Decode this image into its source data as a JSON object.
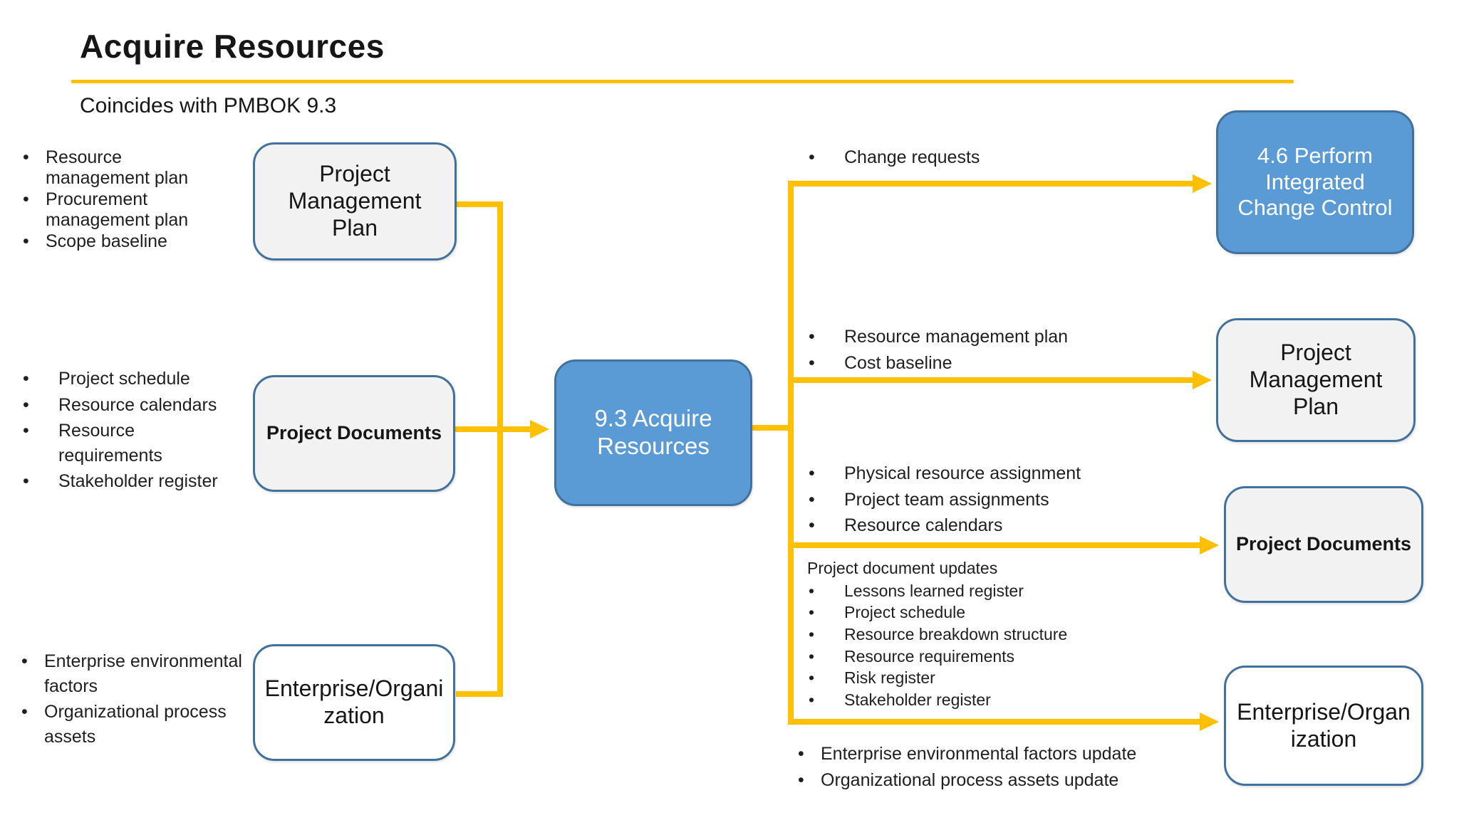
{
  "slide": {
    "title": "Acquire Resources",
    "subtitle": "Coincides with PMBOK 9.3"
  },
  "colors": {
    "accent_yellow": "#FFC000",
    "process_blue_fill": "#5B9BD5",
    "box_border_blue": "#41719C",
    "artifact_gray_fill": "#F2F2F2"
  },
  "boxes": {
    "input_pmp": "Project Management Plan",
    "input_docs": "Project Documents",
    "input_org": "Enterprise/Organization",
    "process": "9.3 Acquire Resources",
    "output_icc": "4.6 Perform Integrated Change Control",
    "output_pmp": "Project Management Plan",
    "output_docs": "Project Documents",
    "output_org": "Enterprise/Organization"
  },
  "lists": {
    "input_pmp": [
      "Resource management plan",
      "Procurement management plan",
      "Scope baseline"
    ],
    "input_docs": [
      "Project schedule",
      "Resource calendars",
      "Resource requirements",
      "Stakeholder register"
    ],
    "input_org": [
      "Enterprise environmental factors",
      "Organizational process assets"
    ],
    "output_icc": [
      "Change requests"
    ],
    "output_pmp": [
      "Resource management plan",
      "Cost baseline"
    ],
    "output_docs": [
      "Physical resource assignment",
      "Project team assignments",
      "Resource calendars"
    ],
    "doc_updates_header": "Project document updates",
    "doc_updates": [
      "Lessons learned register",
      "Project schedule",
      "Resource breakdown structure",
      "Resource requirements",
      "Risk register",
      "Stakeholder register"
    ],
    "output_org": [
      "Enterprise environmental factors update",
      "Organizational process assets update"
    ]
  }
}
